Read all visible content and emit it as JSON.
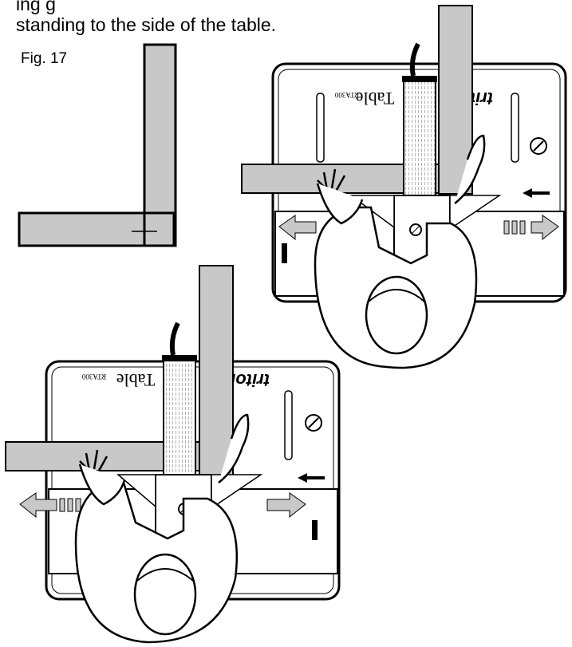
{
  "page": {
    "caption_line1": "ing g",
    "caption_line2": "standing to the side of the table.",
    "figure_label": "Fig. 17"
  },
  "illustration": {
    "table_brand": "triton",
    "table_name": "Table",
    "table_model": "RTA300"
  },
  "colors": {
    "ink": "#000000",
    "gray": "#c8c8c8",
    "paper": "#ffffff"
  }
}
